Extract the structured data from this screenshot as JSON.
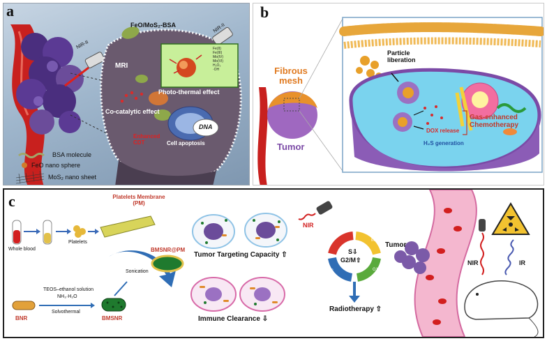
{
  "panel_a": {
    "letter": "a",
    "labels": {
      "nir_top_left": "NIR-II",
      "complex": "FeO/MoS₂-BSA",
      "nir_top_right": "NIR-II",
      "mri": "MRI",
      "photothermal": "Photo-thermal effect",
      "cocatalytic": "Co-catalytic effect",
      "enhanced_cdt": "Enhanced CDT",
      "cell_apoptosis": "Cell apoptosis",
      "dna": "DNA"
    },
    "inset_legend": [
      "Fe(II)",
      "Fe(III)",
      "Mo(IV)",
      "Mo(VI)",
      "H₂O₂",
      "·OH"
    ],
    "legend": [
      "BSA molecule",
      "FeO nano sphere",
      "MoS₂ nano sheet"
    ]
  },
  "panel_b": {
    "letter": "b",
    "labels": {
      "fibrous_mesh": "Fibrous mesh",
      "tumor": "Tumor",
      "particle_liberation": "Particle liberation",
      "dox_release": "DOX release",
      "h2s_generation": "H₂S generation",
      "gas_enhanced": "Gas-enhanced Chemotherapy"
    }
  },
  "panel_c": {
    "letter": "c",
    "labels": {
      "whole_blood": "Whole blood",
      "platelets": "Platelets",
      "pm_title": "Platelets Membrane (PM)",
      "bmsnr_pm": "BMSNR@PM",
      "sonication": "Sonication",
      "teos": "TEOS–ethanol solution",
      "nh3": "NH₃·H₂O",
      "solvothermal": "Solvothermal",
      "bnr": "BNR",
      "bmsnr": "BMSNR",
      "tumor_targeting": "Tumor Targeting Capacity ⇧",
      "nir": "NIR",
      "immune_clearance": "Immune Clearance ⇩",
      "s_phase": "S⇩",
      "g2m": "G2/M⇧",
      "radiotherapy": "Radiotherapy ⇧",
      "tumor": "Tumor",
      "nir_mouse": "NIR",
      "ir": "IR"
    },
    "cycle_phases": [
      "G2",
      "M",
      "G1",
      "S"
    ]
  },
  "colors": {
    "tumor_purple": "#6b4c9a",
    "vessel_red": "#c8201e",
    "membrane_cyan": "#29b6d8",
    "gas_red": "#d92b2b",
    "cycle_red": "#d9342b",
    "cycle_yellow": "#f2c230",
    "cycle_green": "#5aaa3c",
    "cycle_blue": "#2f6db5"
  }
}
